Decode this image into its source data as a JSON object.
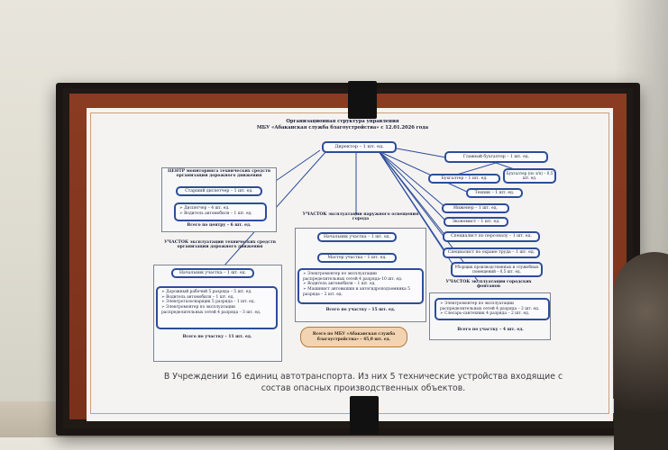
{
  "slide": {
    "title_line1": "Организационная структура управления",
    "title_line2": "МБУ «Абаканская служба благоустройства» с 12.01.2026 года",
    "director": "Директор – 1 шт. ед.",
    "center": {
      "title": "ЦЕНТР мониторинга технических средств организации дорожного движения",
      "senior": "Старший диспетчер – 1 шт. ед.",
      "items": [
        "Диспетчер – 4 шт. ед.",
        "Водитель автомобиля – 1 шт. ед."
      ],
      "total": "Всего по центру – 6 шт. ед."
    },
    "road_section": {
      "title": "УЧАСТОК эксплуатации технических средств организации дорожного движения",
      "head": "Начальник участка – 1 шт. ед.",
      "items": [
        "Дорожный рабочий 5 разряда – 5 шт. ед.",
        "Водитель автомобиля – 1 шт. ед.",
        "Электрогазосварщик 5 разряда – 1 шт. ед.",
        "Электромонтер по эксплуатации распределительных сетей 4 разряда – 3 шт. ед."
      ],
      "total": "Всего по участку – 11 шт. ед."
    },
    "lighting_section": {
      "title": "УЧАСТОК эксплуатации наружного освещения города",
      "head": "Начальник участка – 1 шт. ед.",
      "master": "Мастер участка – 1 шт. ед.",
      "items": [
        "Электромонтер по эксплуатации распределительных сетей 4 разряда–10 шт. ед.",
        "Водитель автомобиля – 1 шт. ед.",
        "Машинист автовышки и автогидроподъемника 5 разряда – 2 шт. ед."
      ],
      "total": "Всего по участку – 15 шт. ед."
    },
    "mbu_total": "Всего по МБУ «Абаканская служба благоустройства» – 45,0 шт. ед.",
    "right_nodes": [
      "Главный бухгалтер – 1 шт. ед.",
      "Бухгалтер – 1 шт. ед.",
      "Бухгалтер (по з/п) – 0,5 шт. ед.",
      "Техник – 1 шт. ед.",
      "Инженер – 1 шт. ед.",
      "Экономист – 1 шт. ед.",
      "Специалист по персоналу – 1 шт. ед.",
      "Специалист по охране труда – 1 шт. ед.",
      "Уборщик производственных и служебных помещений – 0,5 шт. ед."
    ],
    "fountain_section": {
      "title": "УЧАСТОК эксплуатации городских фонтанов",
      "items": [
        "Электромонтер по эксплуатации распределительных сетей 4 разряда – 2 шт. ед.",
        "Слесарь-сантехник 4 разряда – 2 шт. ед."
      ],
      "total": "Всего по участку – 4 шт. ед."
    },
    "bottom_line1": "В Учреждении 16 единиц автотранспорта. Из них 5 технические устройства входящие с",
    "bottom_line2": "состав опасных производственных объектов."
  },
  "colors": {
    "slide_bg": "#f4f3f1",
    "screen_border": "#8a3c22",
    "node_border": "#2d4d9a",
    "total_fill": "#f2d4b2"
  }
}
